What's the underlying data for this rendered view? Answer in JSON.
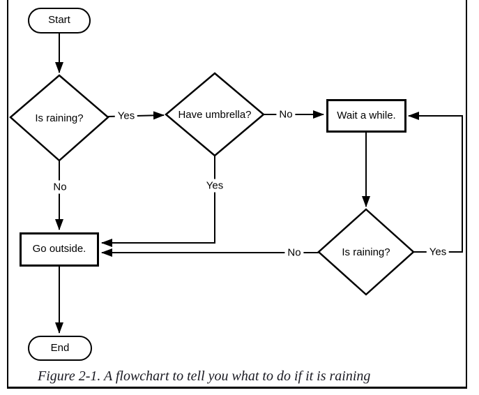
{
  "figure": {
    "caption": "Figure 2-1. A flowchart to tell you what to do if it is raining"
  },
  "nodes": {
    "start": {
      "label": "Start",
      "type": "terminal"
    },
    "is_raining_first": {
      "label": "Is raining?",
      "type": "decision"
    },
    "have_umbrella": {
      "label": "Have umbrella?",
      "type": "decision"
    },
    "wait_a_while": {
      "label": "Wait a while.",
      "type": "process"
    },
    "is_raining_second": {
      "label": "Is raining?",
      "type": "decision"
    },
    "go_outside": {
      "label": "Go outside.",
      "type": "process"
    },
    "end": {
      "label": "End",
      "type": "terminal"
    }
  },
  "edge_labels": {
    "is_raining_first_yes": "Yes",
    "is_raining_first_no": "No",
    "have_umbrella_no": "No",
    "have_umbrella_yes": "Yes",
    "is_raining_second_yes": "Yes",
    "is_raining_second_no": "No"
  },
  "colors": {
    "line": "#000000",
    "background": "#ffffff",
    "caption_text": "#1a1a22"
  }
}
